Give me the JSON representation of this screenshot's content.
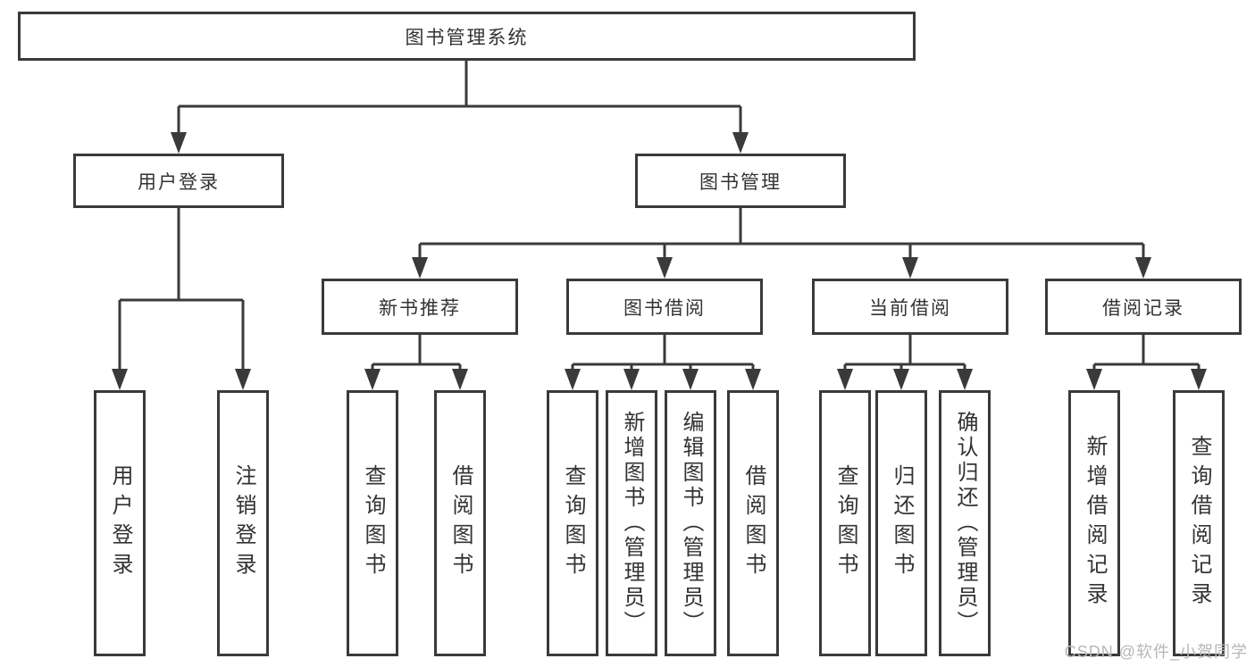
{
  "diagram": {
    "type": "hierarchy-structure-chart",
    "root": {
      "label": "图书管理系统"
    },
    "level2": [
      {
        "label": "用户登录",
        "parent": "图书管理系统"
      },
      {
        "label": "图书管理",
        "parent": "图书管理系统"
      }
    ],
    "level3": [
      {
        "label": "新书推荐",
        "parent": "图书管理"
      },
      {
        "label": "图书借阅",
        "parent": "图书管理"
      },
      {
        "label": "当前借阅",
        "parent": "图书管理"
      },
      {
        "label": "借阅记录",
        "parent": "图书管理"
      }
    ],
    "leaves": [
      {
        "label": "用户登录",
        "parent": "用户登录"
      },
      {
        "label": "注销登录",
        "parent": "用户登录"
      },
      {
        "label": "查询图书",
        "parent": "新书推荐"
      },
      {
        "label": "借阅图书",
        "parent": "新书推荐"
      },
      {
        "label": "查询图书",
        "parent": "图书借阅"
      },
      {
        "label": "新增图书（管理员）",
        "parent": "图书借阅"
      },
      {
        "label": "编辑图书（管理员）",
        "parent": "图书借阅"
      },
      {
        "label": "借阅图书",
        "parent": "图书借阅"
      },
      {
        "label": "查询图书",
        "parent": "当前借阅"
      },
      {
        "label": "归还图书",
        "parent": "当前借阅"
      },
      {
        "label": "确认归还（管理员）",
        "parent": "当前借阅"
      },
      {
        "label": "新增借阅记录",
        "parent": "借阅记录"
      },
      {
        "label": "查询借阅记录",
        "parent": "借阅记录"
      }
    ]
  },
  "watermark": {
    "text": "CSDN @软件_小贺同学"
  },
  "colors": {
    "line": "#3a3a3a",
    "text": "#333333",
    "watermark": "#b7b7b7",
    "background": "#ffffff"
  }
}
